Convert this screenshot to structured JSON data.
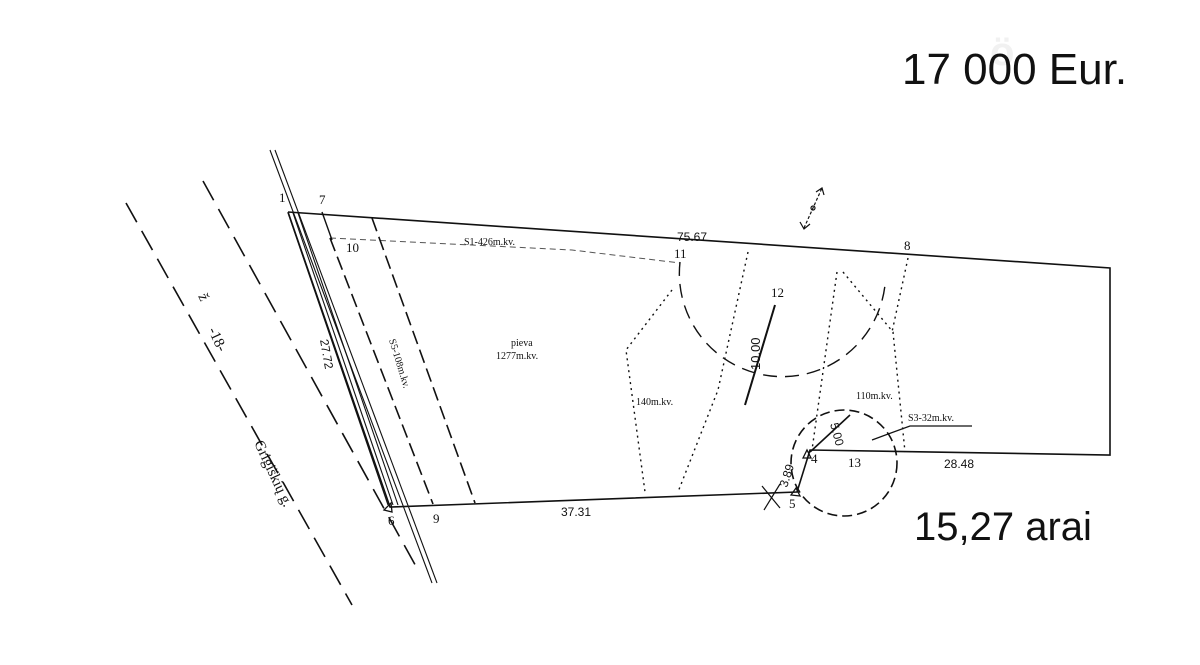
{
  "listing": {
    "price": "17 000 Eur.",
    "area": "15,27 arai"
  },
  "plan": {
    "street_name": "Grigiškių g.",
    "street_number": "-18-",
    "street_marker": "ž",
    "points": {
      "p1": "1",
      "p4": "4",
      "p5": "5",
      "p6": "6",
      "p7": "7",
      "p8": "8",
      "p9": "9",
      "p10": "10",
      "p11": "11",
      "p12": "12",
      "p13": "13"
    },
    "measurements": {
      "top_edge": "75.67",
      "left_edge": "27.72",
      "bottom_edge": "37.31",
      "right_bottom": "28.48",
      "radius_large": "10.00",
      "radius_small": "5.00",
      "short_edge": "3.89"
    },
    "areas": {
      "s1": "S1-426m.kv.",
      "s5": "S5-108m.kv.",
      "s3": "S3-32m.kv.",
      "meadow_label": "pieva",
      "meadow_area": "1277m.kv.",
      "zone_140": "140m.kv.",
      "zone_110": "110m.kv."
    }
  }
}
